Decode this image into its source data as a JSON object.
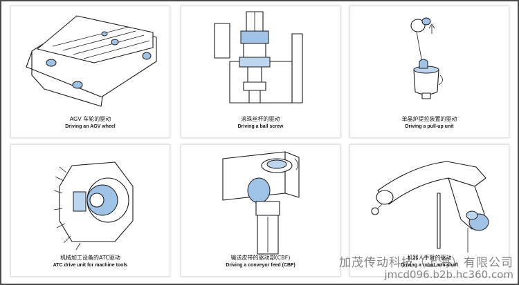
{
  "cards": [
    {
      "zh": "AGV 车轮的驱动",
      "en": "Driving an AGV wheel"
    },
    {
      "zh": "滚珠丝杆的驱动",
      "en": "Driving a ball screw"
    },
    {
      "zh": "单晶炉提拉装置的驱动",
      "en": "Driving a pull-up unit"
    },
    {
      "zh": "机械加工设备的ATC驱动",
      "en": "ATC drive unit for machine tools"
    },
    {
      "zh": "输送皮带的驱动部(CBF)",
      "en": "Driving a conveyor feed (CBF)"
    },
    {
      "zh": "机器人手臂的驱动",
      "en": "Driving a robot arm shaft"
    }
  ],
  "watermark": {
    "company": "加茂传动科技（上海）有限公司",
    "url": "jmcd096.b2b.hc360.com"
  },
  "colors": {
    "accent": "#9fc3e6",
    "frame": "#4a4a4a"
  }
}
